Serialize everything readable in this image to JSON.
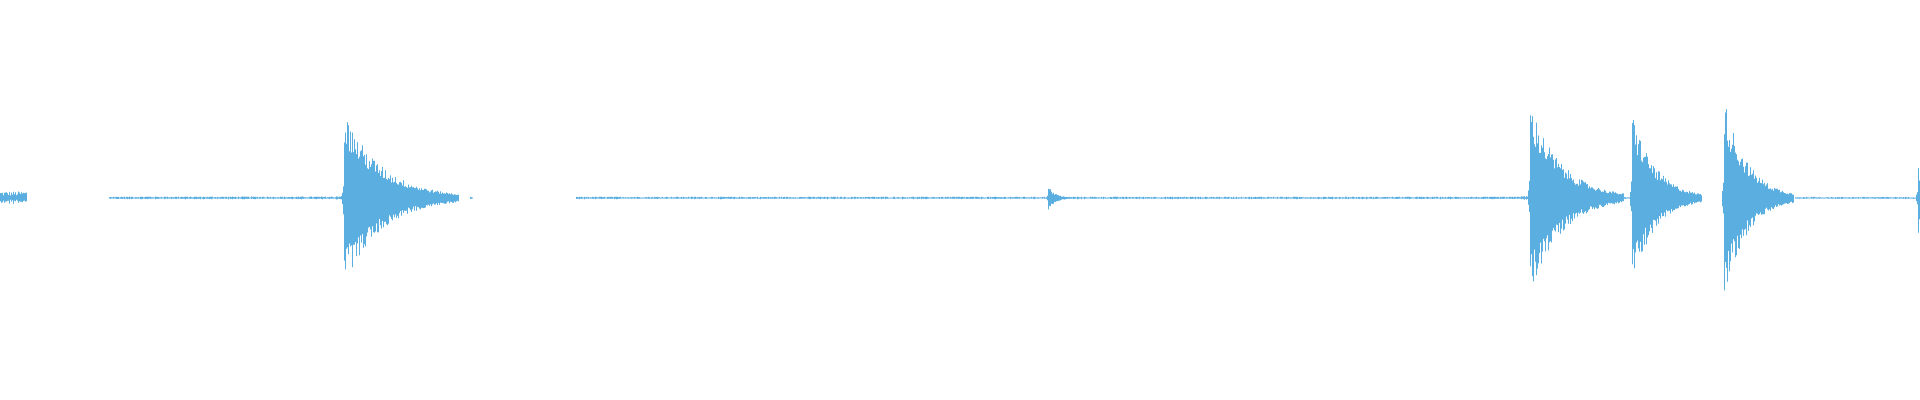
{
  "waveform": {
    "color": "#5aaee0",
    "samples": 400,
    "noise_segments": [
      {
        "start": 0.0,
        "end": 0.014,
        "level": 0.035
      },
      {
        "start": 0.057,
        "end": 0.175,
        "level": 0.008
      },
      {
        "start": 0.175,
        "end": 0.2,
        "level": 0.012
      },
      {
        "start": 0.245,
        "end": 0.246,
        "level": 0.006
      },
      {
        "start": 0.3,
        "end": 0.79,
        "level": 0.007
      },
      {
        "start": 0.79,
        "end": 0.83,
        "level": 0.01
      },
      {
        "start": 0.83,
        "end": 0.87,
        "level": 0.005
      },
      {
        "start": 0.935,
        "end": 1.0,
        "level": 0.006
      }
    ],
    "transients": [
      {
        "position": 0.179,
        "peak_up": 0.45,
        "peak_down": 0.45,
        "decay": 0.02
      },
      {
        "position": 0.546,
        "peak_up": 0.06,
        "peak_down": 0.06,
        "decay": 0.004
      },
      {
        "position": 0.797,
        "peak_up": 0.5,
        "peak_down": 0.5,
        "decay": 0.016
      },
      {
        "position": 0.85,
        "peak_up": 0.45,
        "peak_down": 0.45,
        "decay": 0.012
      },
      {
        "position": 0.898,
        "peak_up": 0.52,
        "peak_down": 0.52,
        "decay": 0.012
      },
      {
        "position": 0.999,
        "peak_up": 0.24,
        "peak_down": 0.24,
        "decay": 0.001
      }
    ]
  }
}
